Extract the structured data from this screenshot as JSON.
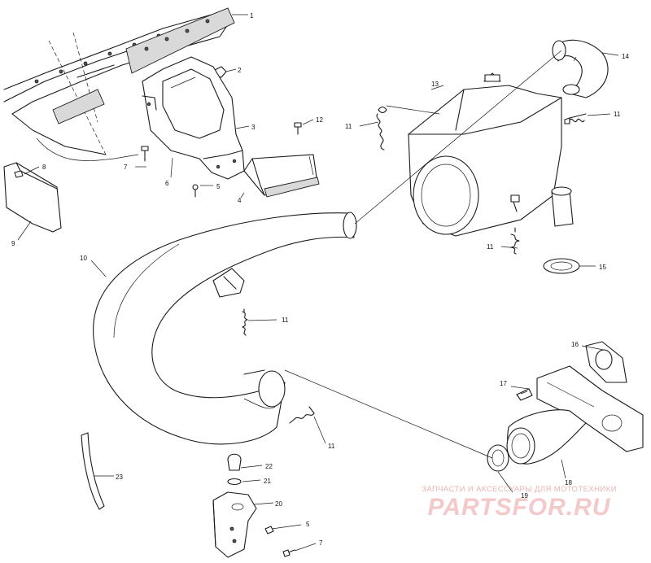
{
  "diagram": {
    "callouts": [
      "1",
      "2",
      "3",
      "4",
      "5",
      "6",
      "7",
      "8",
      "9",
      "10",
      "11",
      "12",
      "13",
      "14",
      "15",
      "16",
      "17",
      "18",
      "19",
      "20",
      "21",
      "22",
      "23"
    ],
    "colors": {
      "line": "#1a1a1a",
      "background": "#ffffff",
      "watermark": "#f3c9c9"
    }
  },
  "watermark": {
    "tagline": "ЗАПЧАСТИ И АКСЕССУАРЫ ДЛЯ МОТОТЕХНИКИ",
    "logo": "PARTSFOR.RU"
  }
}
